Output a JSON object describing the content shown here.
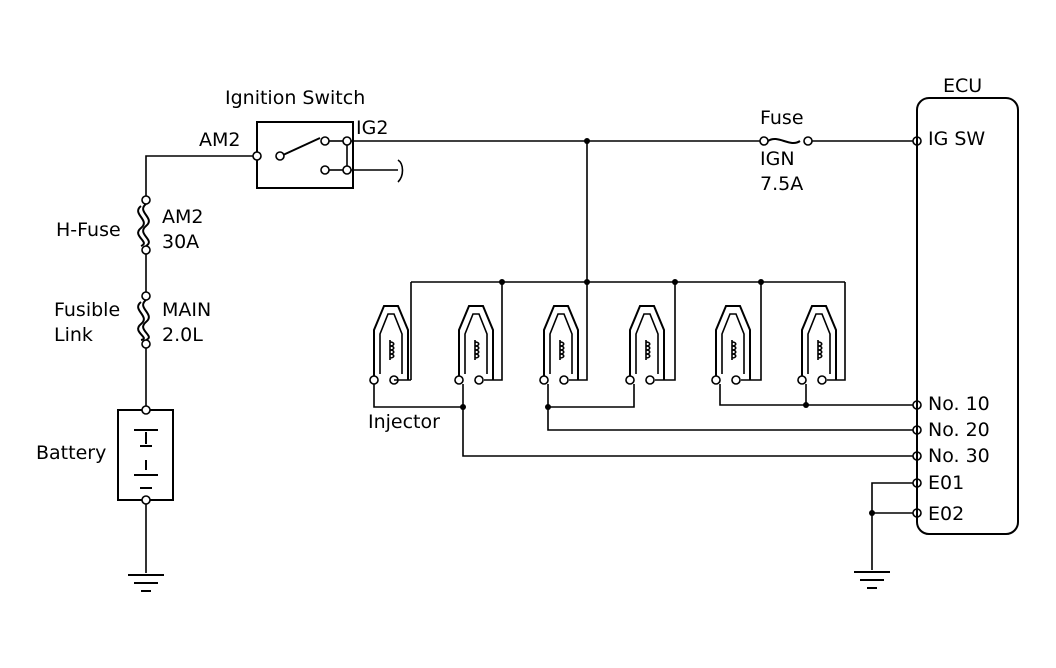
{
  "labels": {
    "ignition_switch": "Ignition Switch",
    "am2_switch": "AM2",
    "ig2": "IG2",
    "h_fuse": "H-Fuse",
    "am2_fuse": "AM2",
    "am2_rating": "30A",
    "fusible": "Fusible",
    "link": "Link",
    "main": "MAIN",
    "main_rating": "2.0L",
    "battery": "Battery",
    "fuse": "Fuse",
    "ign": "IGN",
    "ign_rating": "7.5A",
    "injector": "Injector",
    "ecu": "ECU",
    "ig_sw": "IG SW",
    "no10": "No. 10",
    "no20": "No. 20",
    "no30": "No. 30",
    "e01": "E01",
    "e02": "E02"
  }
}
